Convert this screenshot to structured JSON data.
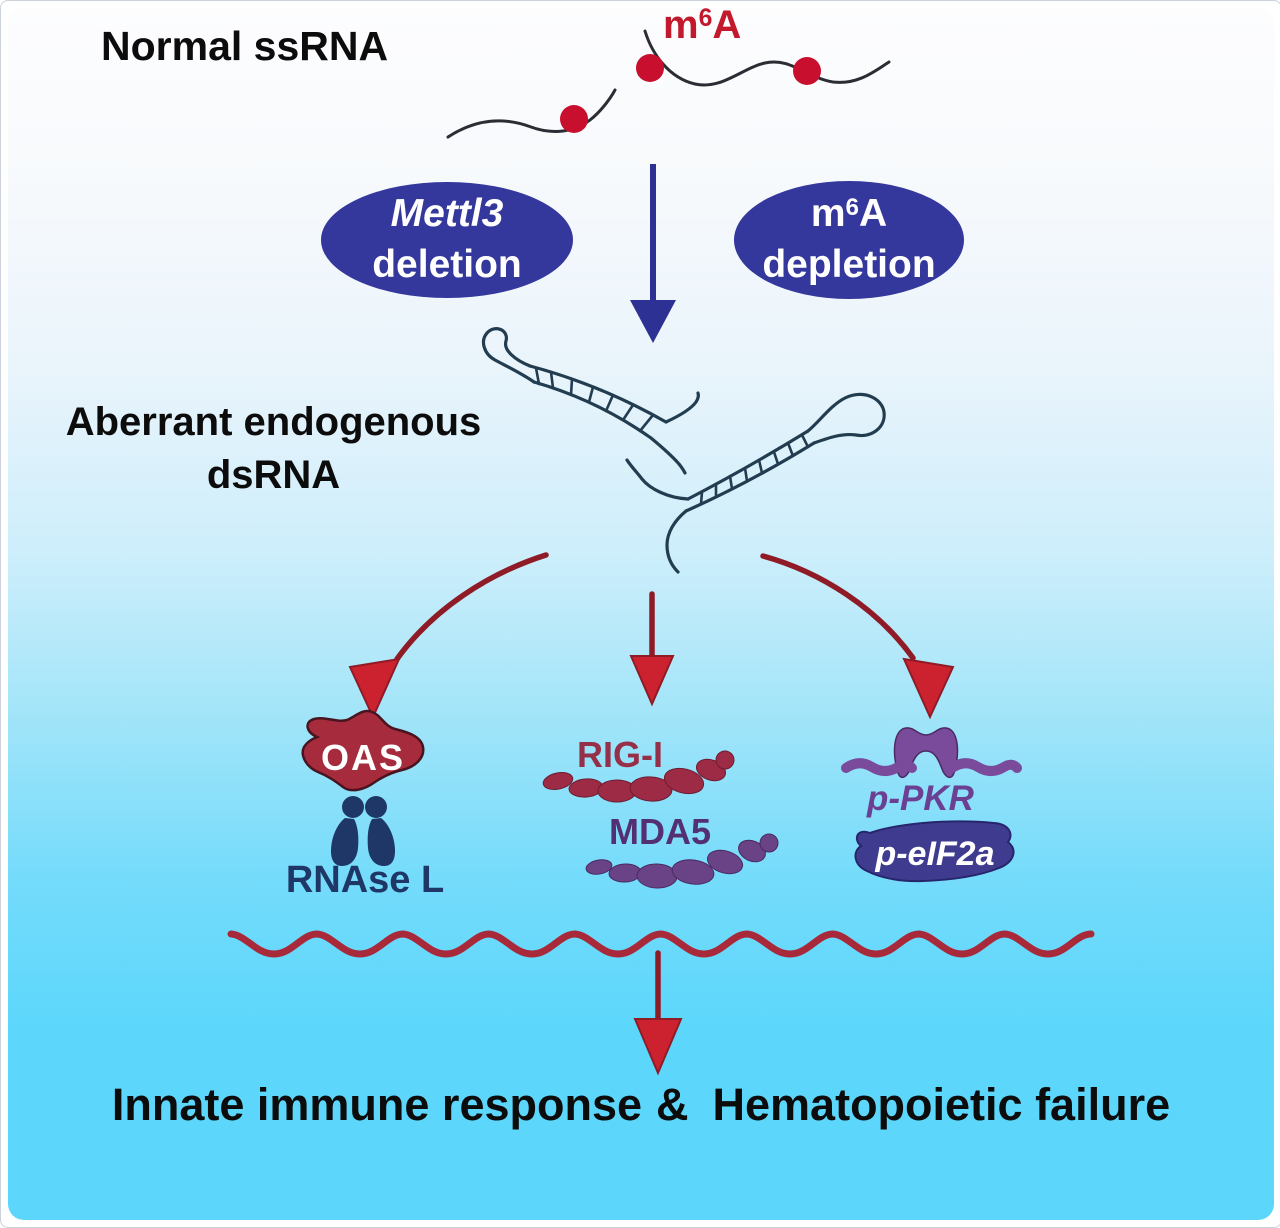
{
  "figure": {
    "top": {
      "normal_ssrna": "Normal ssRNA",
      "m6a": {
        "pre": "m",
        "sup": "6",
        "post": "A"
      }
    },
    "interventions": {
      "mettl3": {
        "line1": "Mettl3",
        "line2": "deletion"
      },
      "m6a_depletion": {
        "pre": "m",
        "sup": "6",
        "post": "A",
        "line2": "depletion"
      }
    },
    "dsrna": {
      "line1": "Aberrant endogenous",
      "line2": "dsRNA"
    },
    "sensors": {
      "oas": "OAS",
      "rnasel": "RNAse L",
      "rigi": "RIG-I",
      "mda5": "MDA5",
      "ppkr": "p-PKR",
      "peif2a": "p-eIF2a"
    },
    "outcome": {
      "part1": "Innate immune response",
      "amp": "&",
      "part2": "Hematopoietic failure"
    }
  },
  "icons": {
    "m6a-dot": "red filled circle marking m6A modification",
    "down-arrow-blue": "solid indigo downward arrow",
    "hairpin": "double-stranded RNA hairpin with ladder rungs",
    "branch-arrow": "red curved arrow",
    "membrane-wave": "red sinusoidal wavy line",
    "rnasel-dimer": "two navy person-like protein silhouettes",
    "pkr-dimer": "purple butterfly-shaped kinase dimer"
  },
  "colors": {
    "background_top": "#fdfdfe",
    "background_bottom": "#5cd7fb",
    "indigo": "#34379b",
    "arrow_blue": "#2e3194",
    "red": "#c2192d",
    "dot_red": "#c8102e",
    "ssrna_line": "#2c2c34",
    "hairpin": "#223c50",
    "arrow_red_dark": "#8f1b27",
    "arrow_red": "#cc2230",
    "oas_fill": "#a62b3c",
    "navy": "#1e3766",
    "rigi_fill": "#9e2b45",
    "rigi_text": "#963049",
    "mda5_fill": "#6a4387",
    "mda5_text": "#533071",
    "pkr_purple": "#7a4a9b",
    "pkr_text": "#6b3f92",
    "eif2a_fill": "#3f3c90",
    "wave_red": "#a82a3a",
    "text_black": "#0c0c0c"
  }
}
